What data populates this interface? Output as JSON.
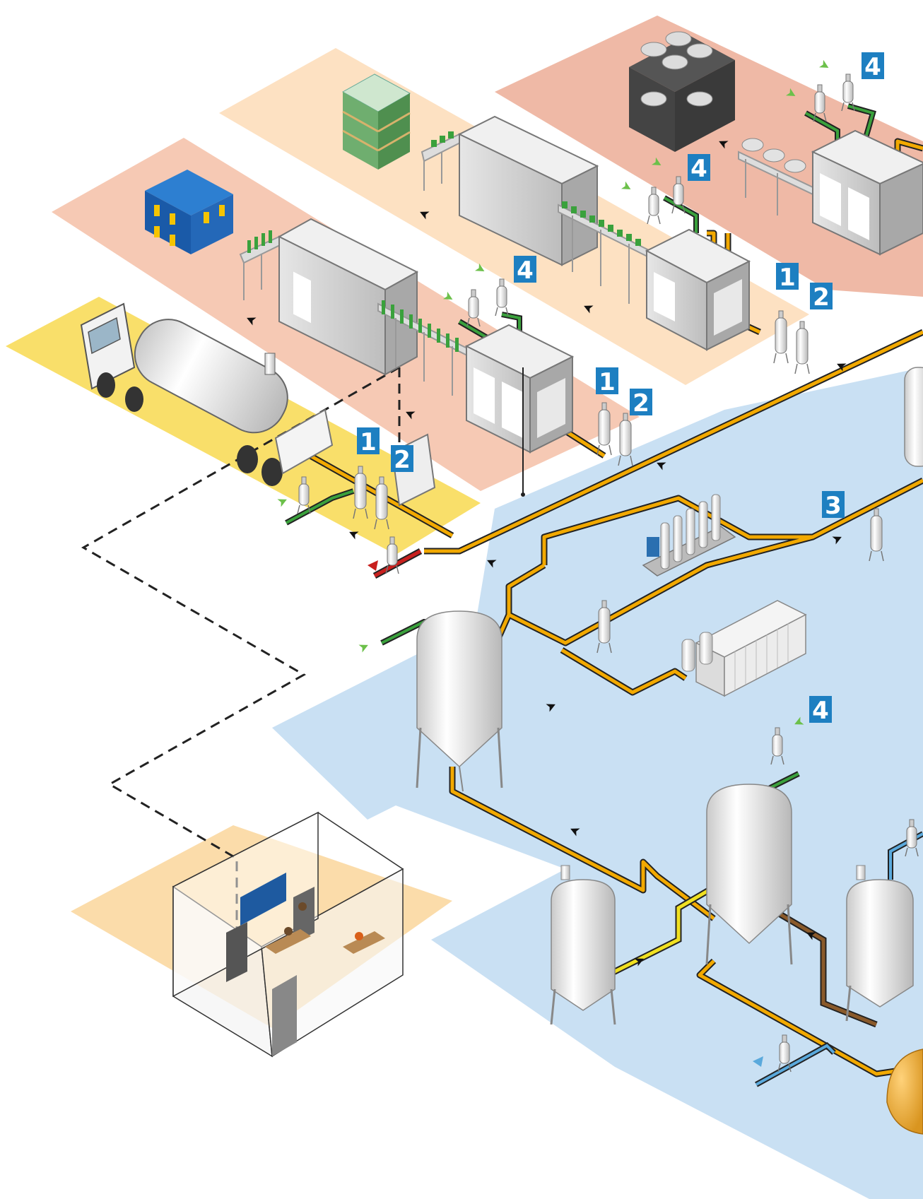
{
  "diagram": {
    "badges": [
      {
        "id": "badge-1-tanker",
        "label": "1"
      },
      {
        "id": "badge-2-tanker",
        "label": "2"
      },
      {
        "id": "badge-1-bottle",
        "label": "1"
      },
      {
        "id": "badge-2-bottle",
        "label": "2"
      },
      {
        "id": "badge-4-bottle",
        "label": "4"
      },
      {
        "id": "badge-1-can",
        "label": "1"
      },
      {
        "id": "badge-2-can",
        "label": "2"
      },
      {
        "id": "badge-4-can",
        "label": "4"
      },
      {
        "id": "badge-4-keg",
        "label": "4"
      },
      {
        "id": "badge-4-keg-top",
        "label": "4"
      },
      {
        "id": "badge-3-filtration",
        "label": "3"
      },
      {
        "id": "badge-4-fermenter",
        "label": "4"
      }
    ],
    "colors": {
      "beer_pipe": "#f2a900",
      "gas_pipe": "#3aa13c",
      "steam_pipe": "#c8201e",
      "water_pipe": "#5aa9dc",
      "wort_pipe": "#f0e020",
      "yeast_pipe": "#8a5a2b",
      "badge": "#1d7fc1",
      "zone_bottling": "#f6c9b4",
      "zone_canning": "#fde1c2",
      "zone_kegging": "#efb9a6",
      "zone_tanker": "#f9df6a",
      "zone_brewhouse": "#c9e0f3",
      "zone_control": "#fbdcaa"
    },
    "icons": [
      "tanker-truck-icon",
      "bottle-crate-icon",
      "can-pallet-icon",
      "keg-stack-icon",
      "filter-housing-icon",
      "tank-icon",
      "filter-press-icon",
      "cartridge-bank-icon",
      "control-room-icon",
      "flow-arrow-icon"
    ]
  }
}
